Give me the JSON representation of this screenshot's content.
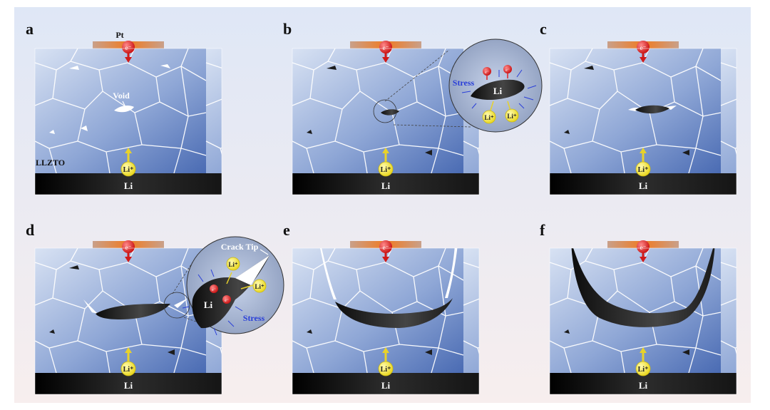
{
  "figure": {
    "panels": [
      {
        "letter": "a",
        "labels": {
          "pt": "Pt",
          "electron": "e⁻",
          "void": "Void",
          "electrolyte": "LLZTO",
          "li_ion": "Li⁺",
          "li_metal": "Li"
        }
      },
      {
        "letter": "b",
        "labels": {
          "electron": "e⁻",
          "li_ion": "Li⁺",
          "li_metal": "Li"
        }
      },
      {
        "letter": "c",
        "labels": {
          "electron": "e⁻",
          "li_ion": "Li⁺",
          "li_metal": "Li"
        }
      },
      {
        "letter": "d",
        "labels": {
          "electron": "e⁻",
          "li_ion": "Li⁺",
          "li_metal": "Li"
        }
      },
      {
        "letter": "e",
        "labels": {
          "electron": "e⁻",
          "li_ion": "Li⁺",
          "li_metal": "Li"
        }
      },
      {
        "letter": "f",
        "labels": {
          "electron": "e⁻",
          "li_ion": "Li⁺",
          "li_metal": "Li"
        }
      }
    ],
    "inset_b": {
      "stress": "Stress",
      "li": "Li",
      "electron": "e⁻",
      "li_ion": "Li⁺"
    },
    "inset_d": {
      "crack_tip": "Crack Tip",
      "stress": "Stress",
      "li": "Li",
      "electron": "e⁻",
      "li_ion": "Li⁺"
    },
    "colors": {
      "background_top": "#dfe7f6",
      "background_bottom": "#f6ecec",
      "grain_light": "#c9d6ee",
      "grain_dark": "#4f71b7",
      "li_metal": "#161616",
      "electrode_pt": "#e8823a",
      "electron_red": "#e02020",
      "li_ion_yellow": "#f5e83a",
      "stress_arrow": "#2a3fd8"
    }
  }
}
